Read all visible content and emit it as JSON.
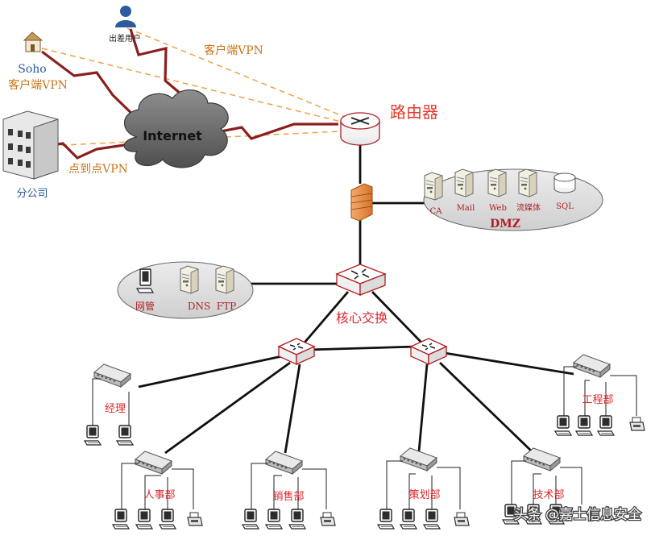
{
  "labels": {
    "travel_user": "出差用户",
    "client_vpn_top": "客户端VPN",
    "soho": "Soho",
    "client_vpn_left": "客户端VPN",
    "internet": "Internet",
    "router": "路由器",
    "branch": "分公司",
    "p2p_vpn": "点到点VPN",
    "dmz_title": "DMZ",
    "core_switch": "核心交换",
    "manager": "经理",
    "hr": "人事部",
    "sales": "销售部",
    "planning": "策划部",
    "tech": "技术部",
    "engineering": "工程部"
  },
  "dmz_servers": [
    "CA",
    "Mail",
    "Web",
    "流媒体",
    "SQL"
  ],
  "mgmt_servers": [
    "网管",
    "DNS",
    "FTP"
  ],
  "watermark": "头条 @嘉士信息安全",
  "colors": {
    "vpn_dash": "#f0a04a",
    "wan_link": "#8b1f1f",
    "label_red": "#d9282f",
    "label_orange": "#c8741b",
    "label_blue": "#2a5a9a"
  }
}
